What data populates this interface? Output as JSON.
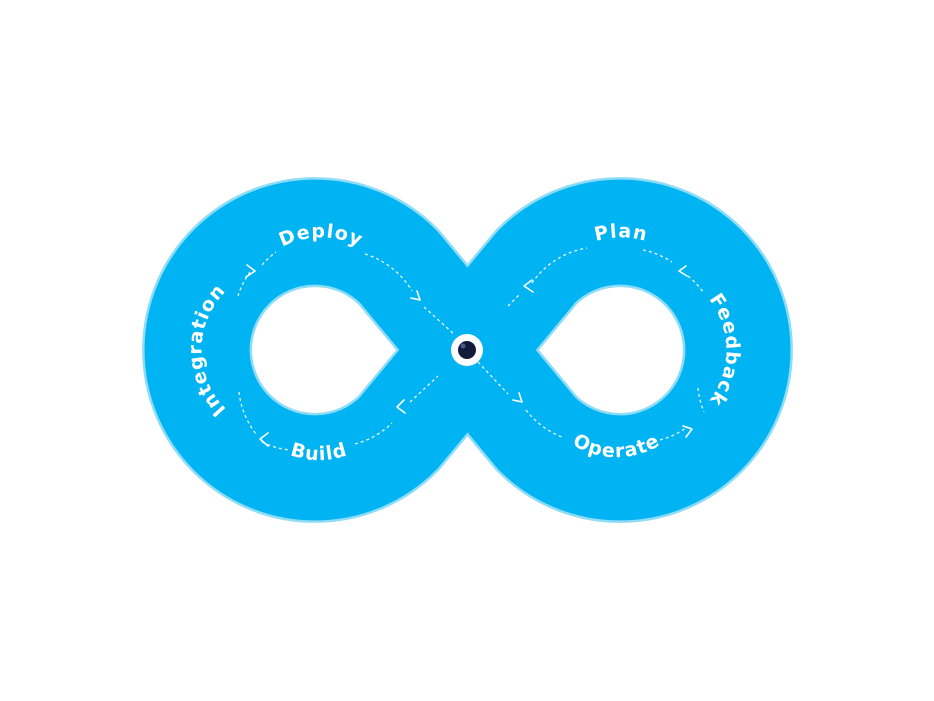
{
  "diagram": {
    "type": "infinity-loop",
    "stages": {
      "deploy": "Deploy",
      "integration": "Integration",
      "build": "Build",
      "plan": "Plan",
      "feedback": "Feedback",
      "operate": "Operate"
    },
    "colors": {
      "band": "#00b4f3",
      "band_outline": "#8fdcf7",
      "text": "#ffffff",
      "center_dot": "#131a3a"
    },
    "icons": [
      "eye-icon",
      "chevron-icon"
    ]
  }
}
